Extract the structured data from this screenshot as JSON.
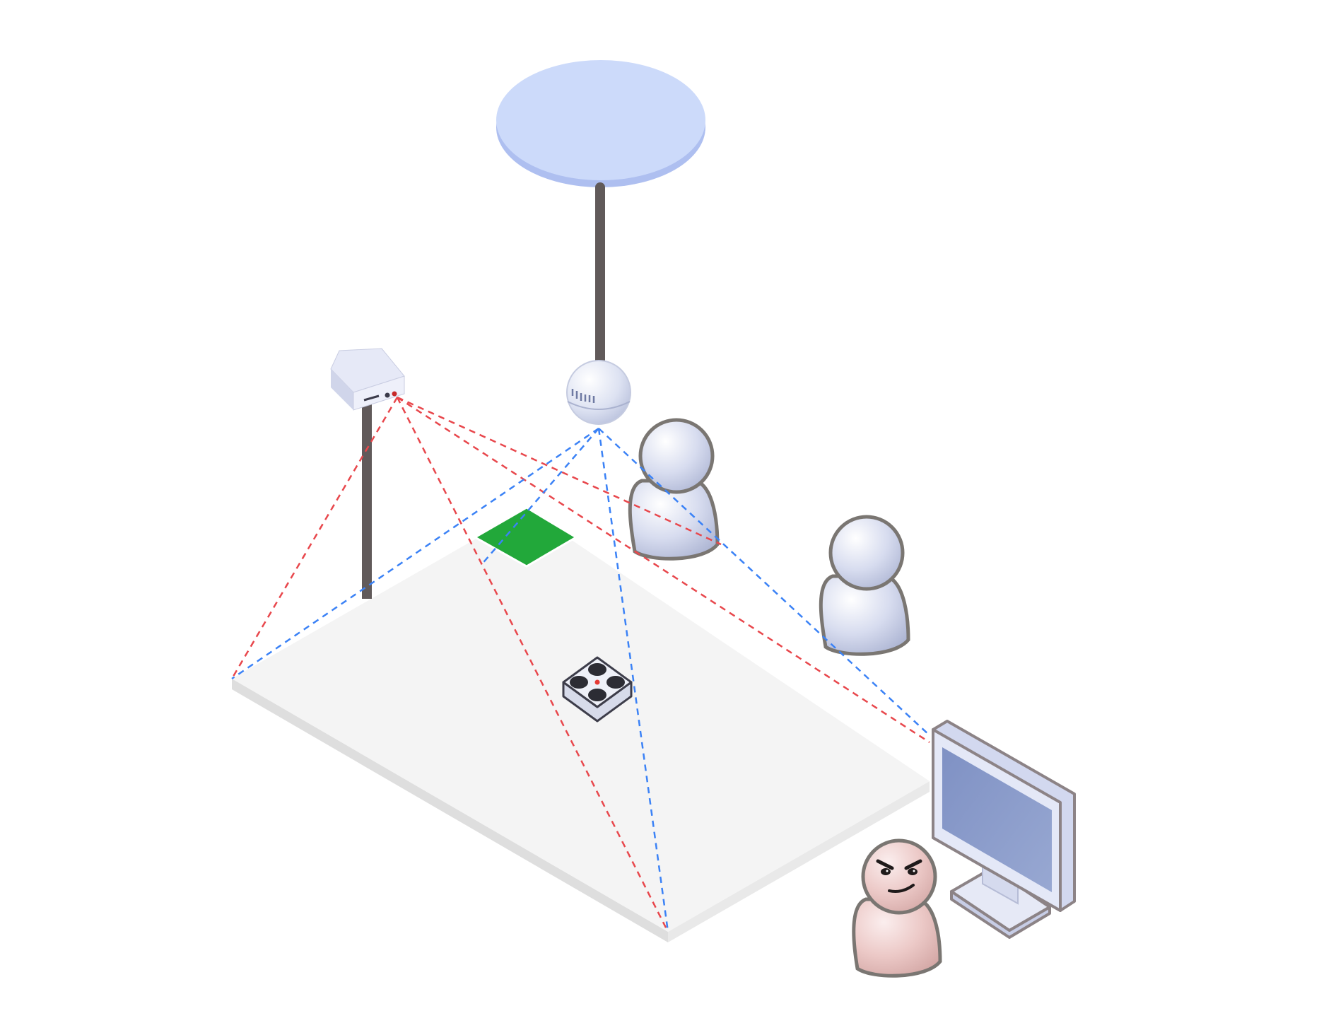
{
  "diagram": {
    "elements": [
      {
        "id": "ceiling-plate",
        "kind": "ceiling disc"
      },
      {
        "id": "ceiling-dome-camera",
        "kind": "dome camera / sensor"
      },
      {
        "id": "pole-projector",
        "kind": "box sensor on pole"
      },
      {
        "id": "floor-platform",
        "kind": "floor area"
      },
      {
        "id": "green-marker",
        "kind": "floor marker"
      },
      {
        "id": "drone",
        "kind": "quadcopter"
      },
      {
        "id": "person-1",
        "kind": "observer"
      },
      {
        "id": "person-2",
        "kind": "observer"
      },
      {
        "id": "monitor",
        "kind": "computer monitor"
      },
      {
        "id": "operator",
        "kind": "person with mischievous face"
      }
    ],
    "line_colors": {
      "pole_sensor_rays": "#e8474c",
      "dome_camera_rays": "#3b82f6"
    },
    "colors": {
      "floor_top": "#f4f4f4",
      "floor_side": "#dedede",
      "marker": "#22a83a",
      "ceiling_top": "#ccdafa",
      "ceiling_edge": "#aebff0",
      "pole": "#615a5a",
      "person_fill": "#dfe3f2",
      "person_outline": "#7a7672",
      "operator_fill": "#ecc7c5",
      "screen": "#8a9ccc"
    }
  }
}
